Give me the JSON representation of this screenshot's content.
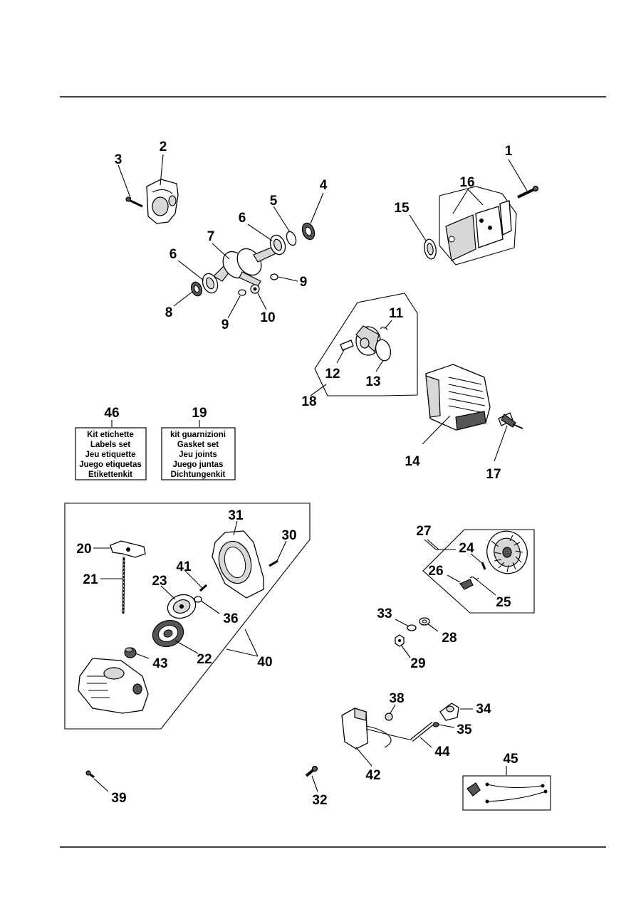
{
  "callouts": [
    {
      "id": "1",
      "label": "1"
    },
    {
      "id": "2",
      "label": "2"
    },
    {
      "id": "3",
      "label": "3"
    },
    {
      "id": "4",
      "label": "4"
    },
    {
      "id": "5",
      "label": "5"
    },
    {
      "id": "6a",
      "label": "6"
    },
    {
      "id": "6b",
      "label": "6"
    },
    {
      "id": "7",
      "label": "7"
    },
    {
      "id": "8",
      "label": "8"
    },
    {
      "id": "9a",
      "label": "9"
    },
    {
      "id": "9b",
      "label": "9"
    },
    {
      "id": "10",
      "label": "10"
    },
    {
      "id": "11",
      "label": "11"
    },
    {
      "id": "12",
      "label": "12"
    },
    {
      "id": "13",
      "label": "13"
    },
    {
      "id": "14",
      "label": "14"
    },
    {
      "id": "15",
      "label": "15"
    },
    {
      "id": "16",
      "label": "16"
    },
    {
      "id": "17",
      "label": "17"
    },
    {
      "id": "18",
      "label": "18"
    },
    {
      "id": "19",
      "label": "19"
    },
    {
      "id": "20",
      "label": "20"
    },
    {
      "id": "21",
      "label": "21"
    },
    {
      "id": "22",
      "label": "22"
    },
    {
      "id": "23",
      "label": "23"
    },
    {
      "id": "24",
      "label": "24"
    },
    {
      "id": "25",
      "label": "25"
    },
    {
      "id": "26",
      "label": "26"
    },
    {
      "id": "27",
      "label": "27"
    },
    {
      "id": "28",
      "label": "28"
    },
    {
      "id": "29",
      "label": "29"
    },
    {
      "id": "30",
      "label": "30"
    },
    {
      "id": "31",
      "label": "31"
    },
    {
      "id": "32",
      "label": "32"
    },
    {
      "id": "33",
      "label": "33"
    },
    {
      "id": "34",
      "label": "34"
    },
    {
      "id": "35",
      "label": "35"
    },
    {
      "id": "36",
      "label": "36"
    },
    {
      "id": "38",
      "label": "38"
    },
    {
      "id": "39",
      "label": "39"
    },
    {
      "id": "40",
      "label": "40"
    },
    {
      "id": "41",
      "label": "41"
    },
    {
      "id": "42",
      "label": "42"
    },
    {
      "id": "43",
      "label": "43"
    },
    {
      "id": "44",
      "label": "44"
    },
    {
      "id": "45",
      "label": "45"
    },
    {
      "id": "46",
      "label": "46"
    }
  ],
  "labels_kit": {
    "lines": [
      "Kit etichette",
      "Labels set",
      "Jeu etiquette",
      "Juego etiquetas",
      "Etikettenkit"
    ]
  },
  "gasket_kit": {
    "lines": [
      "kit guarnizioni",
      "Gasket set",
      "Jeu  joints",
      "Juego juntas",
      "Dichtungenkit"
    ]
  }
}
